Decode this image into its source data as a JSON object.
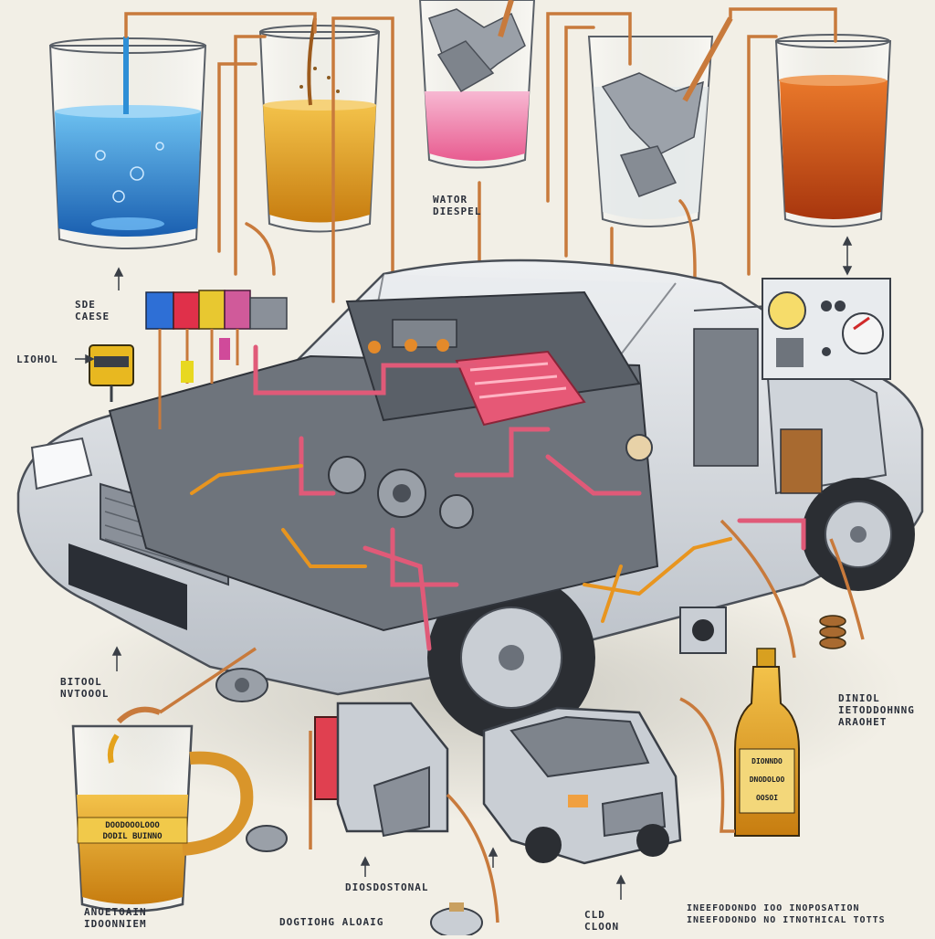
{
  "labels": {
    "water_diesel": [
      "WATOR",
      "DIESPEL"
    ],
    "sde_caese": [
      "SDE",
      "CAESE"
    ],
    "liohol": "LIOHOL",
    "bitool": [
      "BITOOL",
      "NVTOOOL"
    ],
    "dinol": [
      "DINIOL",
      "IETODDOHNNG",
      "ARAOHET"
    ],
    "bottom_center": "DIOSDOSTONAL",
    "bottom_left": [
      "ANOETOAIN",
      "IDOONNIEM"
    ],
    "bottom_mid": "DOGTIOHG ALOAIG",
    "bottom_cld": [
      "CLD",
      "CLOON"
    ],
    "bottom_right": [
      "INEEFODONDO IOO INOPOSATION",
      "INEEFODONDO NO ITNOTHICAL TOTTS"
    ]
  },
  "jug_label": [
    "DOODOOOLOOO",
    "DODIL BUINNO"
  ],
  "bottle_label": [
    "DIONNDO",
    "DNODOLOO",
    "OOSOI"
  ],
  "colors": {
    "copper": "#c87a3c",
    "pink_pipe": "#e05a78",
    "water_blue": "#2e8fd6",
    "amber": "#e4a21c",
    "rust": "#c9501a",
    "pink_liquid": "#f07aa8",
    "car_silver": "#d9dde2"
  }
}
